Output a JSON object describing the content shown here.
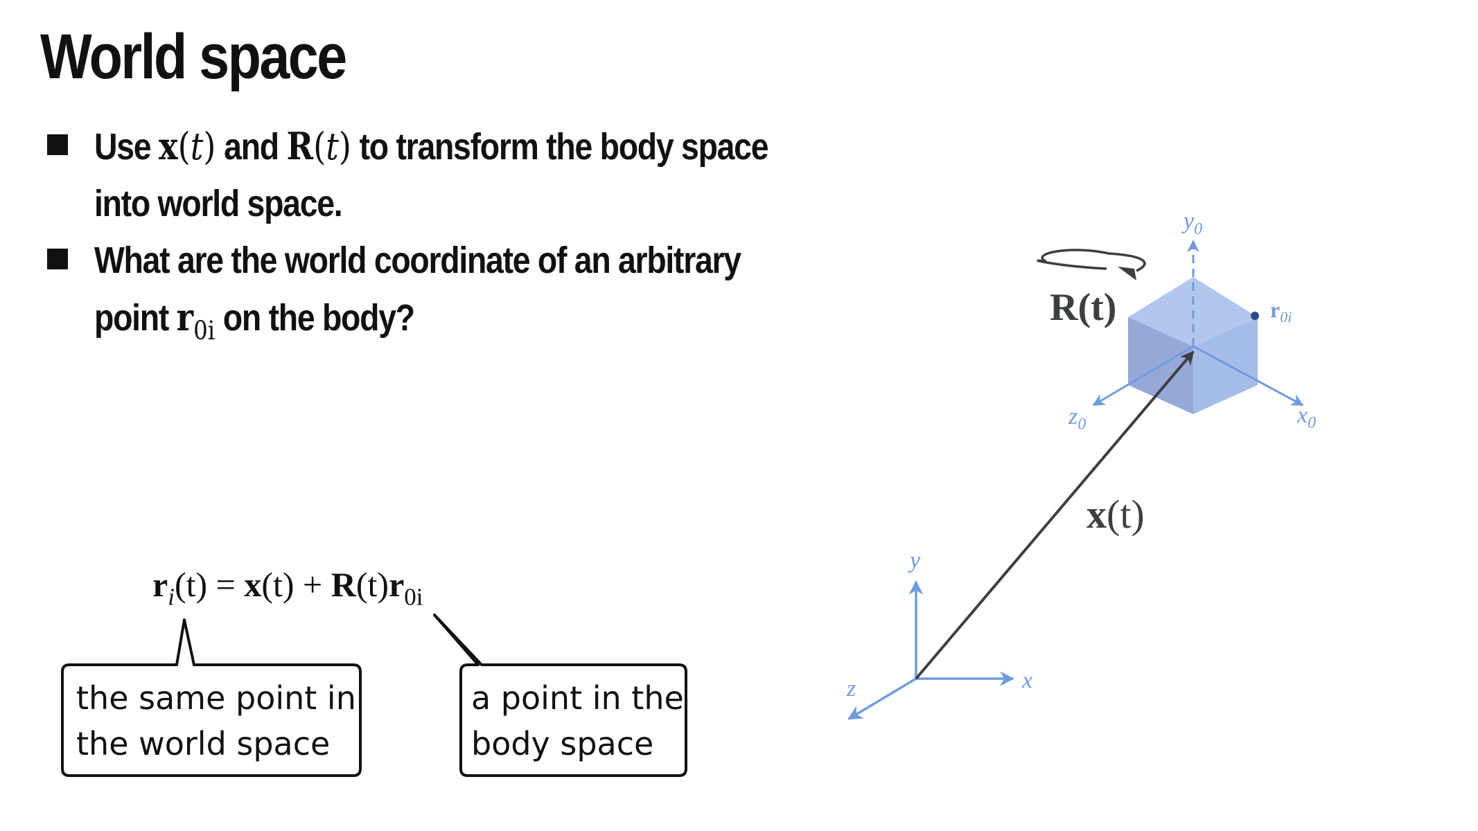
{
  "slide": {
    "title": "World space"
  },
  "bullets": [
    {
      "p1": "Use ",
      "x_bold": "x",
      "x_open": "(",
      "x_t": "t",
      "x_close": ")",
      "p2": " and ",
      "R_bold": "R",
      "R_open": "(",
      "R_t": "t",
      "R_close": ")",
      "p3": " to transform the body space",
      "line2": "into world space."
    },
    {
      "line1": "What are the world coordinate of an arbitrary",
      "p1": "point ",
      "r_bold": "r",
      "r_sub": "0i",
      "p2": " on the body?"
    }
  ],
  "equation": {
    "lhs_r": "r",
    "lhs_sub": "i",
    "lhs_arg": "(t)",
    "eq": " = ",
    "x": "x",
    "x_arg": "(t)",
    "plus": " + ",
    "R": "R",
    "R_arg": "(t)",
    "r": "r",
    "r_sub": "0i"
  },
  "callouts": {
    "left_line1": "the same point in",
    "left_line2": "the world space",
    "right_line1": "a point in the",
    "right_line2": "body space"
  },
  "diagram": {
    "rotation_label": "R(t)",
    "translation_label_bold": "x",
    "translation_label_arg": "(t)",
    "point_label_r": "r",
    "point_label_sub": "0i",
    "body_axes": {
      "x": "x",
      "y": "y",
      "z": "z",
      "sub": "0"
    },
    "world_axes": {
      "x": "x",
      "y": "y",
      "z": "z"
    }
  },
  "colors": {
    "axis_blue": "#6f9be0",
    "cube_top": "#a8c1ec",
    "cube_left": "#8a9fd4",
    "cube_right": "#9cb5e6",
    "arrow_dark": "#3b3f3f",
    "text_dark": "#111111"
  }
}
